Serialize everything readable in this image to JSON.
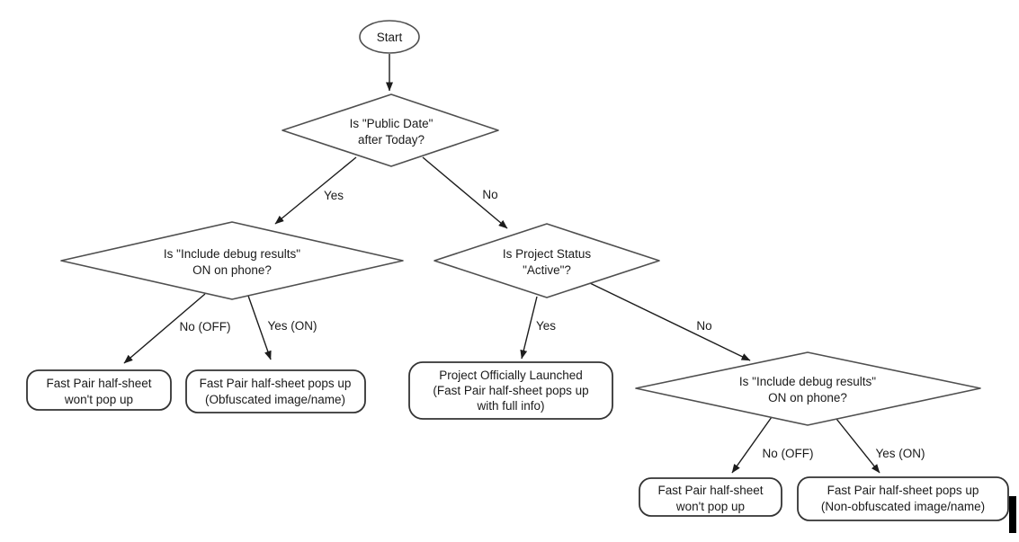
{
  "colors": {
    "background": "#ffffff",
    "node_stroke": "#4f4f4f",
    "box_stroke": "#333333",
    "arrow": "#1c1c1c",
    "text": "#1a1a1a"
  },
  "flowchart": {
    "start": {
      "label": "Start"
    },
    "decisions": {
      "public_date": {
        "line1": "Is \"Public Date\"",
        "line2": "after Today?"
      },
      "debug_left": {
        "line1": "Is \"Include debug results\"",
        "line2": "ON on phone?"
      },
      "project_status": {
        "line1": "Is Project Status",
        "line2": "\"Active\"?"
      },
      "debug_right": {
        "line1": "Is \"Include debug results\"",
        "line2": "ON on phone?"
      }
    },
    "edge_labels": {
      "public_date_yes": "Yes",
      "public_date_no": "No",
      "debug_left_no": "No (OFF)",
      "debug_left_yes": "Yes (ON)",
      "project_status_yes": "Yes",
      "project_status_no": "No",
      "debug_right_no": "No (OFF)",
      "debug_right_yes": "Yes (ON)"
    },
    "results": {
      "no_popup_left": {
        "line1": "Fast Pair half-sheet",
        "line2": "won't pop up"
      },
      "obfuscated": {
        "line1": "Fast Pair half-sheet pops up",
        "line2": "(Obfuscated image/name)"
      },
      "launched": {
        "line1": "Project Officially Launched",
        "line2": "(Fast Pair half-sheet pops up",
        "line3": "with full info)"
      },
      "no_popup_right": {
        "line1": "Fast Pair half-sheet",
        "line2": "won't pop up"
      },
      "non_obfuscated": {
        "line1": "Fast Pair half-sheet pops up",
        "line2": "(Non-obfuscated image/name)"
      }
    }
  }
}
